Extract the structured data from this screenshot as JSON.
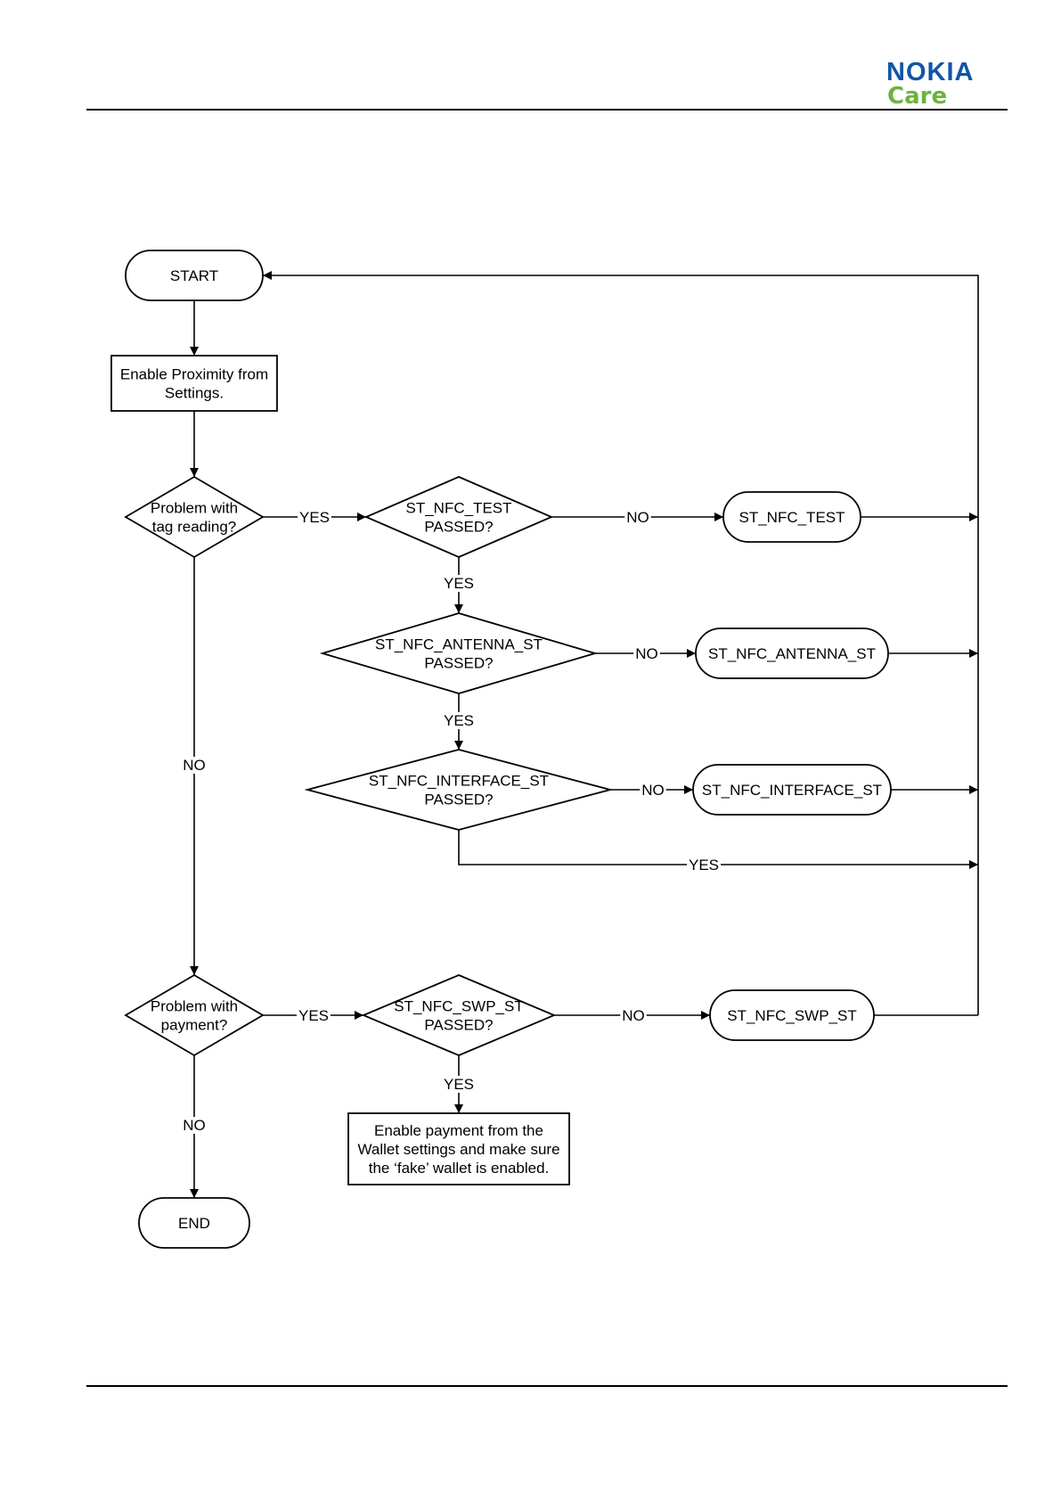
{
  "header": {
    "brand": "NOKIA",
    "brand_sub": "Care",
    "brand_color": "#1155a6",
    "brand_sub_color": "#6cb33f"
  },
  "flowchart": {
    "nodes": {
      "start": "START",
      "enable_proximity": [
        "Enable Proximity from",
        "Settings."
      ],
      "q_tag": [
        "Problem with",
        "tag reading?"
      ],
      "q_nfc_test": [
        "ST_NFC_TEST",
        "PASSED?"
      ],
      "r_nfc_test": "ST_NFC_TEST",
      "q_antenna": [
        "ST_NFC_ANTENNA_ST",
        "PASSED?"
      ],
      "r_antenna": "ST_NFC_ANTENNA_ST",
      "q_interface": [
        "ST_NFC_INTERFACE_ST",
        "PASSED?"
      ],
      "r_interface": "ST_NFC_INTERFACE_ST",
      "q_payment": [
        "Problem with",
        "payment?"
      ],
      "q_swp": [
        "ST_NFC_SWP_ST",
        "PASSED?"
      ],
      "r_swp": "ST_NFC_SWP_ST",
      "enable_payment": [
        "Enable payment from the",
        "Wallet settings and make sure",
        "the ‘fake’ wallet is enabled."
      ],
      "end": "END"
    },
    "labels": {
      "yes": "YES",
      "no": "NO"
    }
  }
}
